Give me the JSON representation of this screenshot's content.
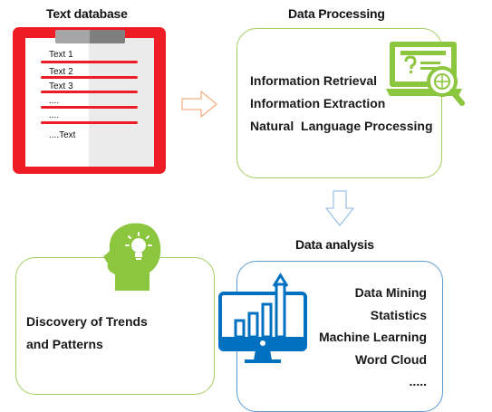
{
  "text_database": {
    "title": "Text database",
    "lines": [
      "Text 1",
      "Text 2",
      "Text 3",
      "....",
      "....",
      "....Text"
    ]
  },
  "data_processing": {
    "title": "Data Processing",
    "items": [
      "Information Retrieval",
      "Information Extraction",
      "Natural  Language Processing"
    ]
  },
  "data_analysis": {
    "title": "Data analysis",
    "items": [
      "Data Mining",
      "Statistics",
      "Machine Learning",
      "Word Cloud",
      "....."
    ]
  },
  "trends": {
    "lines": [
      "Discovery of Trends",
      "and Patterns"
    ]
  },
  "colors": {
    "clipboard_red": "#ee1c25",
    "green": "#8cc63f",
    "blue": "#0070c0",
    "arrow_orange": "#f4b183",
    "arrow_blue": "#9dc3e6"
  },
  "icons": {
    "processing": "laptop-search-icon",
    "analysis": "monitor-chart-icon",
    "trends": "head-lightbulb-icon"
  }
}
